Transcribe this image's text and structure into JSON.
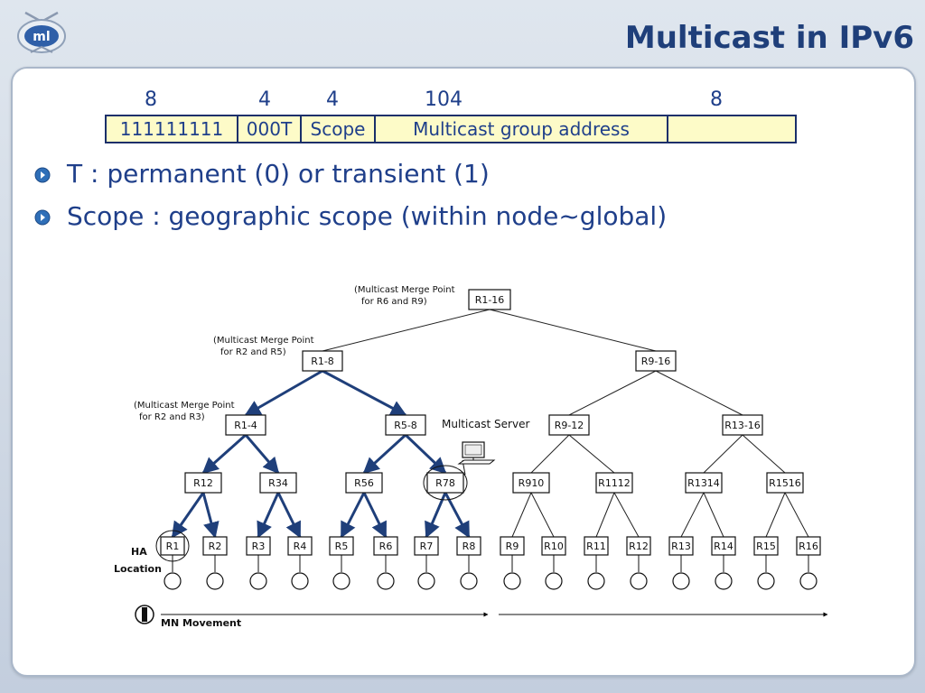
{
  "slide": {
    "title": "Multicast in IPv6",
    "colors": {
      "title": "#1f3f7a",
      "accent": "#1f3f8a",
      "field_fill": "#fdfbc8",
      "arrow": "#1f3f7a"
    }
  },
  "address_format": {
    "bit_widths": [
      "8",
      "4",
      "4",
      "104",
      "8"
    ],
    "fields": [
      "111111111",
      "000T",
      "Scope",
      "Multicast group address",
      ""
    ]
  },
  "bullets": [
    "T : permanent (0) or transient (1)",
    "Scope : geographic scope (within node~global)"
  ],
  "diagram": {
    "nodes": {
      "root": "R1-16",
      "level2": [
        "R1-8",
        "R9-16"
      ],
      "level3": [
        "R1-4",
        "R5-8",
        "R9-12",
        "R13-16"
      ],
      "level4": [
        "R12",
        "R34",
        "R56",
        "R78",
        "R910",
        "R1112",
        "R1314",
        "R1516"
      ],
      "leaves": [
        "R1",
        "R2",
        "R3",
        "R4",
        "R5",
        "R6",
        "R7",
        "R8",
        "R9",
        "R10",
        "R11",
        "R12",
        "R13",
        "R14",
        "R15",
        "R16"
      ]
    },
    "annotations": {
      "merge_root": [
        "(Multicast Merge Point",
        "for R6 and R9)"
      ],
      "merge_r18": [
        "(Multicast Merge Point",
        "for R2 and R5)"
      ],
      "merge_r14": [
        "(Multicast Merge Point",
        "for R2 and R3)"
      ],
      "multicast_server": "Multicast Server",
      "ha_location": [
        "HA",
        "Location"
      ],
      "mn_movement": "MN Movement"
    }
  }
}
